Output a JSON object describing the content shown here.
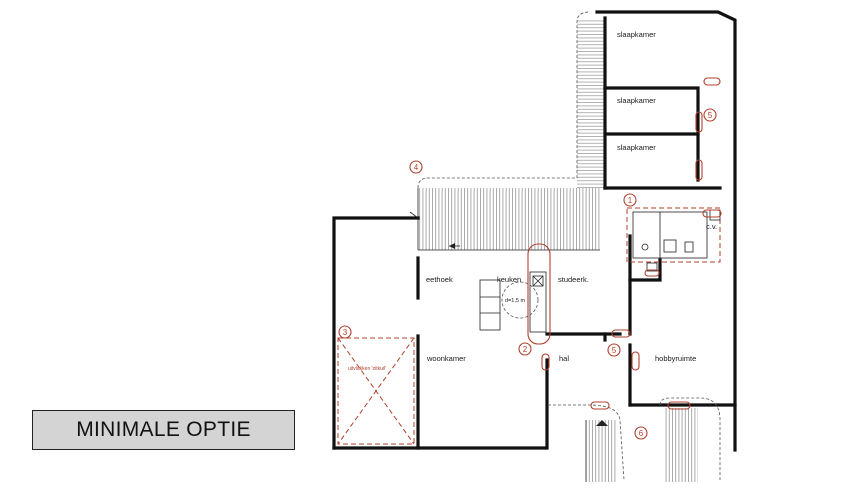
{
  "option_label": "MINIMALE OPTIE",
  "rooms": {
    "slaapkamer_1": "slaapkamer",
    "slaapkamer_2": "slaapkamer",
    "slaapkamer_3": "slaapkamer",
    "cv": "c.v.",
    "eethoek": "eethoek",
    "keuken": "keuken",
    "studeerk": "studeerk.",
    "woonkamer": "woonkamer",
    "hal": "hal",
    "hobbyruimte": "hobbyruimte"
  },
  "annotations": {
    "turning_circle": "d=1,5 m",
    "uitvlakken": "uitvlakken 'zitkuil'"
  },
  "markers": [
    "1",
    "2",
    "3",
    "4",
    "5",
    "5",
    "6"
  ],
  "colors": {
    "markup_red": "#b2402c",
    "wall": "#111111",
    "label_bg": "#d4d4d4"
  }
}
